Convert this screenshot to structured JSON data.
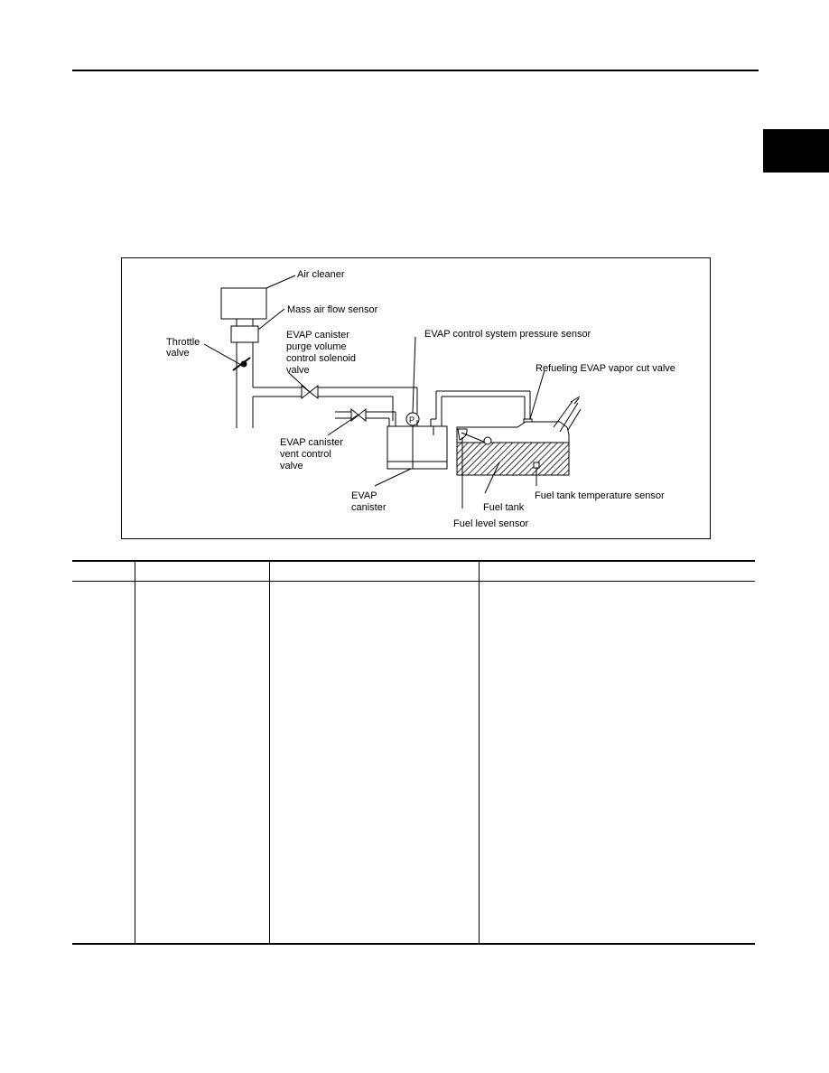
{
  "diagram": {
    "labels": {
      "air_cleaner": "Air cleaner",
      "mass_air_flow_sensor": "Mass air flow sensor",
      "throttle_valve_1": "Throttle",
      "throttle_valve_2": "valve",
      "purge_valve_1": "EVAP canister",
      "purge_valve_2": "purge volume",
      "purge_valve_3": "control solenoid",
      "purge_valve_4": "valve",
      "pressure_sensor": "EVAP control system pressure sensor",
      "pressure_symbol": "P",
      "vapor_cut_valve": "Refueling EVAP vapor cut valve",
      "vent_valve_1": "EVAP canister",
      "vent_valve_2": "vent control",
      "vent_valve_3": "valve",
      "canister_1": "EVAP",
      "canister_2": "canister",
      "fuel_tank": "Fuel tank",
      "fuel_tank_temp_sensor": "Fuel tank temperature sensor",
      "fuel_level_sensor": "Fuel level sensor"
    }
  },
  "table": {
    "columns": [
      "",
      "",
      "",
      ""
    ],
    "rows": []
  }
}
